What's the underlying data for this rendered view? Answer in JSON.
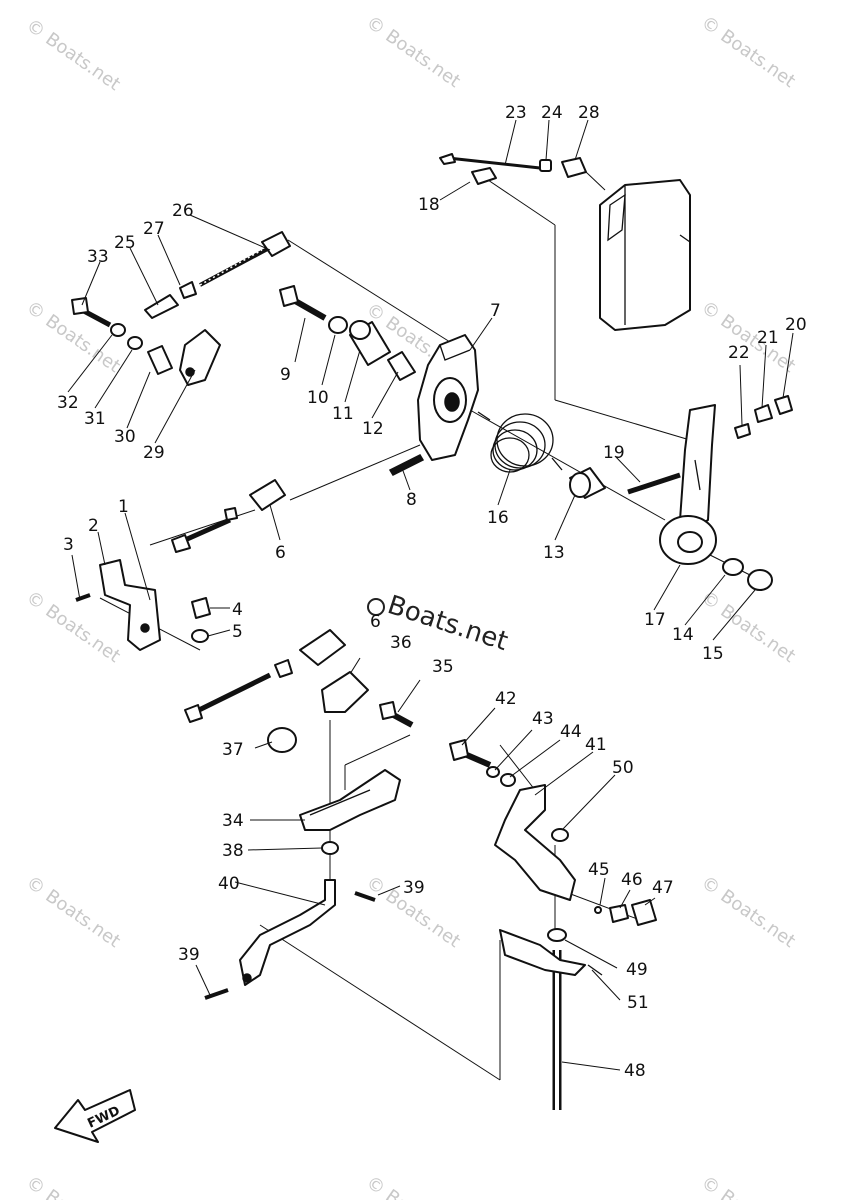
{
  "watermark": {
    "text": "© Boats.net",
    "center_text": "Boats.net"
  },
  "direction_label": "FWD",
  "callouts": [
    "1",
    "2",
    "3",
    "4",
    "5",
    "6",
    "7",
    "8",
    "9",
    "10",
    "11",
    "12",
    "13",
    "14",
    "15",
    "16",
    "17",
    "18",
    "19",
    "20",
    "21",
    "22",
    "23",
    "24",
    "25",
    "26",
    "27",
    "28",
    "29",
    "30",
    "31",
    "32",
    "33",
    "34",
    "35",
    "36",
    "37",
    "38",
    "39",
    "40",
    "41",
    "42",
    "43",
    "44",
    "45",
    "46",
    "47",
    "48",
    "49",
    "50",
    "51"
  ]
}
